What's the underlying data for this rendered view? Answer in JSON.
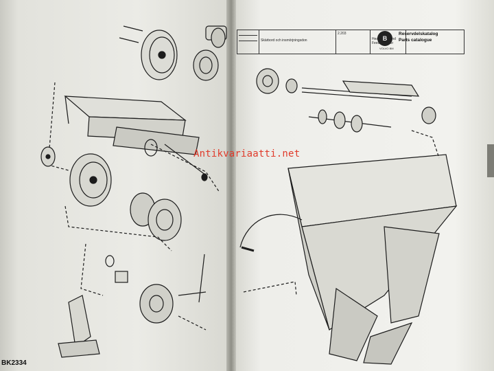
{
  "catalog": {
    "title_line1": "Reservdelskatalog",
    "title_line2": "Parts catalogue",
    "logo_letter": "B",
    "logo_text": "VOLVO BM"
  },
  "header": {
    "section_sv": "Skärbord och insmörjningsdon",
    "section_en": "Head Table and Feed Elevator",
    "page_number": "2.203"
  },
  "watermark": "Antikvariaatti.net",
  "drawing_code": "BK2334",
  "colors": {
    "paper": "#efefea",
    "ink": "#1c1c1c",
    "watermark": "#e03a2a"
  }
}
